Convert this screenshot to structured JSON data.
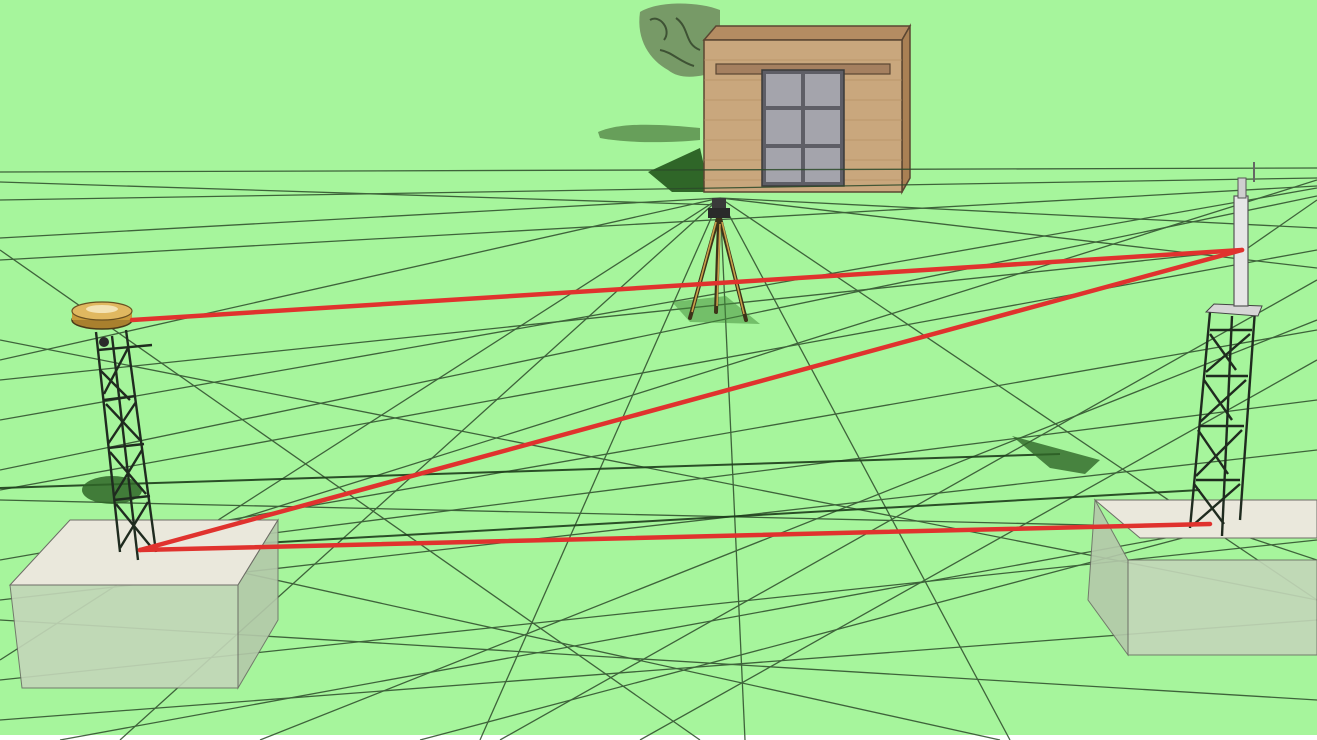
{
  "scene": {
    "description_label": "",
    "colors": {
      "ground": "#a4f59a",
      "ground_dark": "#98ea90",
      "survey_line": "#2c4a2a",
      "baseline": "#e0322e",
      "concrete_top": "#eae8dc",
      "concrete_side": "#c3d7b9",
      "tower_steel": "#1f2b1f",
      "building_wall": "#c9a77d",
      "building_trim": "#8a6a4a",
      "window_glass": "#9a9aa2",
      "tree_foliage": "#6f8a5e",
      "antenna_gold": "#c79a3a",
      "mast_white": "#e6e6e6",
      "shadow": "#3b7a34"
    },
    "objects": [
      "left-survey-tower",
      "right-survey-tower",
      "center-tripod-instrument",
      "storage-shed",
      "tree",
      "left-concrete-pier",
      "right-concrete-pier",
      "gnss-antenna",
      "antenna-mast",
      "baseline-triangle"
    ]
  }
}
